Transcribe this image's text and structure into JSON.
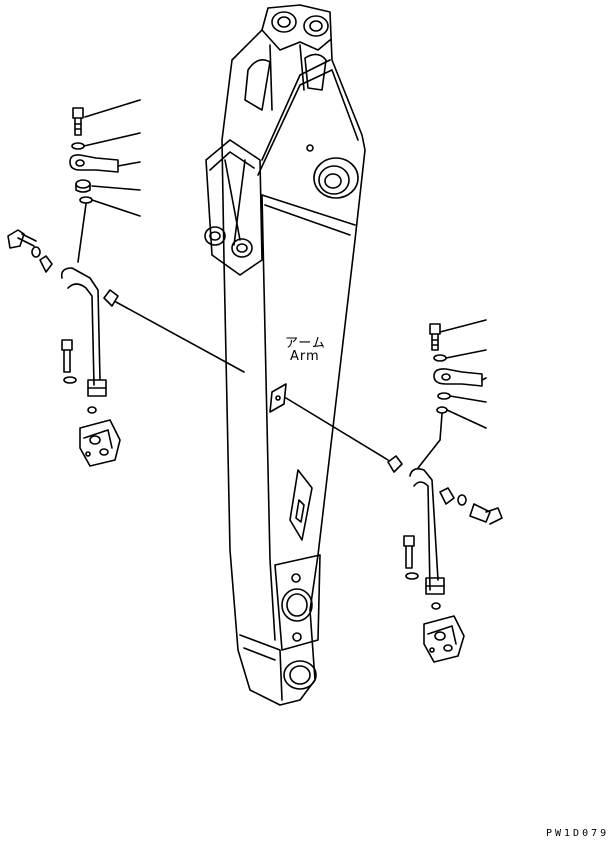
{
  "diagram": {
    "arm_label_jp": "アーム",
    "arm_label_en": "Arm",
    "drawing_code": "PW1D079"
  }
}
